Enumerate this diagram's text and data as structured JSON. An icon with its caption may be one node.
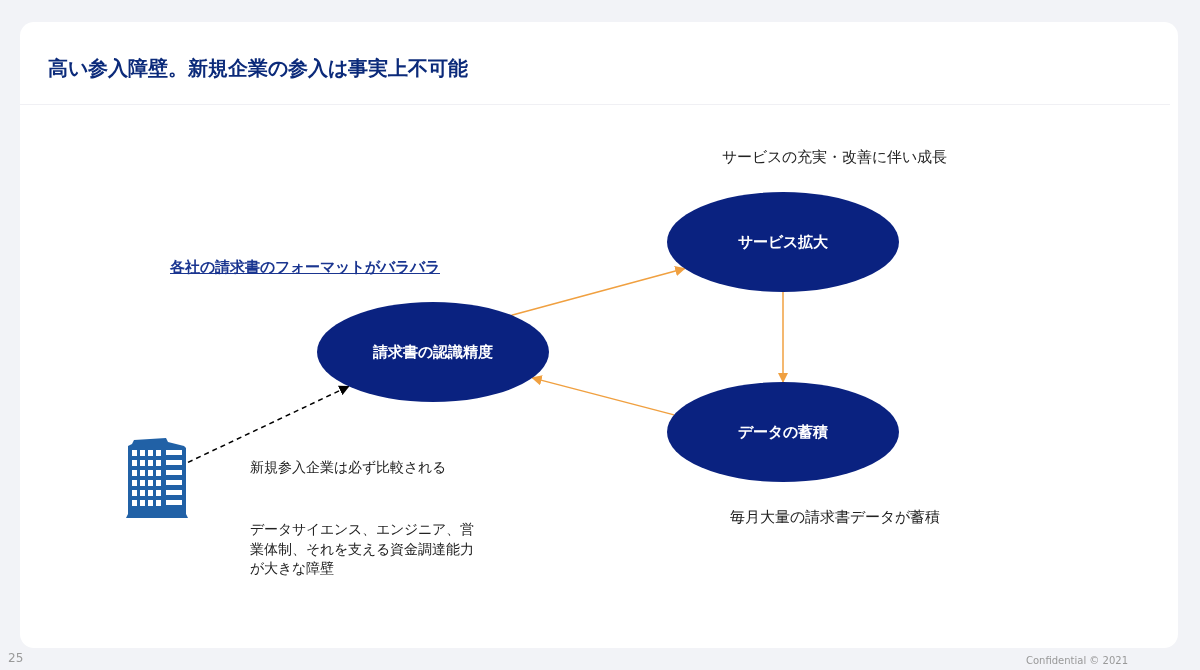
{
  "diagram": {
    "title": "高い参入障壁。新規企業の参入は事実上不可能",
    "nodes": [
      {
        "text": [
          "請求書の認識精度"
        ],
        "beside": [
          "各社の請求書のフォーマットがバラバラ"
        ]
      },
      {
        "text": [
          "サービス拡大"
        ],
        "beside": [
          "サービスの充実・改善に伴い成長"
        ]
      },
      {
        "text": [
          "データの蓄積"
        ],
        "beside": [
          "毎月大量の請求書データが蓄積"
        ]
      },
      {
        "text": [],
        "shape": "picture"
      }
    ],
    "edges": [
      {
        "from": 0,
        "to": 1,
        "arrow": "to"
      },
      {
        "from": 1,
        "to": 2,
        "arrow": "to"
      },
      {
        "from": 2,
        "to": 0,
        "arrow": "to"
      },
      {
        "from": 3,
        "to": 0,
        "arrow": "to",
        "style": "dashed",
        "color": "#000000"
      }
    ],
    "labels": [
      "新規参入企業は必ず比較される",
      "データサイエンス、エンジニア、営業体制、それを支える資金調達能力が大きな障壁",
      "25",
      "Confidential © 2021"
    ]
  }
}
